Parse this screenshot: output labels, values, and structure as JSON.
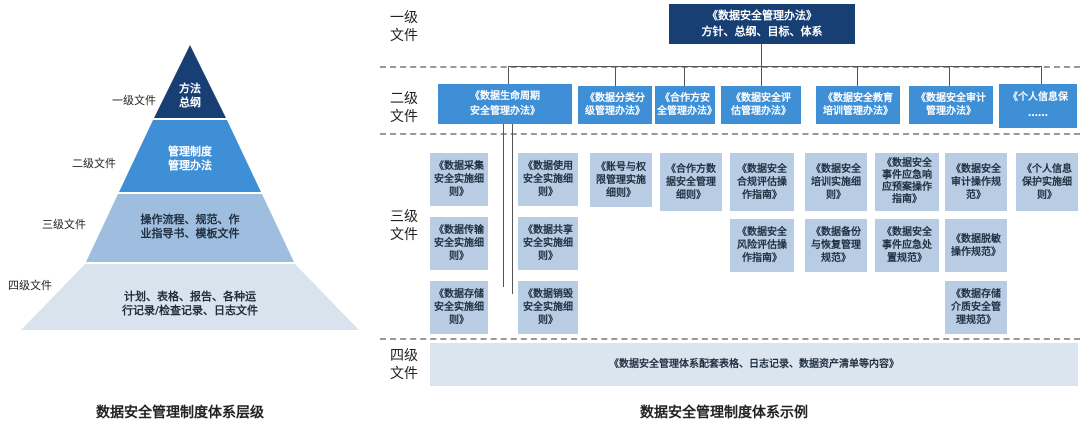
{
  "pyramid": {
    "tiers": [
      {
        "side_label": "一级文件",
        "lines": [
          "方法",
          "总纲"
        ]
      },
      {
        "side_label": "二级文件",
        "lines": [
          "管理制度",
          "管理办法"
        ]
      },
      {
        "side_label": "三级文件",
        "lines": [
          "操作流程、规范、作",
          "业指导书、模板文件"
        ]
      },
      {
        "side_label": "四级文件",
        "lines": [
          "计划、表格、报告、各种运",
          "行记录/检查记录、日志文件"
        ]
      }
    ],
    "caption": "数据安全管理制度体系层级"
  },
  "example": {
    "caption": "数据安全管理制度体系示例",
    "level_labels": [
      [
        "一级",
        "文件"
      ],
      [
        "二级",
        "文件"
      ],
      [
        "三级",
        "文件"
      ],
      [
        "四级",
        "文件"
      ]
    ],
    "level1": {
      "title": "《数据安全管理办法》",
      "subtitle": "方针、总纲、目标、体系"
    },
    "level2": [
      [
        "《数据生命周期",
        "安全管理办法》"
      ],
      [
        "《数据分类分",
        "级管理办法》"
      ],
      [
        "《合作方安",
        "全管理办法》"
      ],
      [
        "《数据安全评",
        "估管理办法》"
      ],
      [
        "《数据安全教育",
        "培训管理办法》"
      ],
      [
        "《数据安全审计",
        "管理办法》"
      ],
      [
        "《个人信息保",
        "……"
      ]
    ],
    "level3": [
      [
        "《数据采集",
        "安全实施细",
        "则》"
      ],
      [
        "《数据传输",
        "安全实施细",
        "则》"
      ],
      [
        "《数据存储",
        "安全实施细",
        "则》"
      ],
      [
        "《数据使用",
        "安全实施细",
        "则》"
      ],
      [
        "《数据共享",
        "安全实施细",
        "则》"
      ],
      [
        "《数据销毁",
        "安全实施细",
        "则》"
      ],
      [
        "《账号与权",
        "限管理实施",
        "细则》"
      ],
      [
        "《合作方数",
        "据安全管理",
        "细则》"
      ],
      [
        "《数据安全",
        "合规评估操",
        "作指南》"
      ],
      [
        "《数据安全",
        "风险评估操",
        "作指南》"
      ],
      [
        "《数据安全",
        "培训实施细",
        "则》"
      ],
      [
        "《数据备份",
        "与恢复管理",
        "规范》"
      ],
      [
        "《数据安全",
        "事件应急响",
        "应预案操作",
        "指南》"
      ],
      [
        "《数据安全",
        "事件应急处",
        "置规范》"
      ],
      [
        "《数据安全",
        "审计操作规",
        "范》"
      ],
      [
        "《数据脱敏",
        "操作规范》"
      ],
      [
        "《数据存储",
        "介质安全管",
        "理规范》"
      ],
      [
        "《个人信息",
        "保护实施细",
        "则》"
      ]
    ],
    "level4": "《数据安全管理体系配套表格、日志记录、数据资产清单等内容》"
  }
}
